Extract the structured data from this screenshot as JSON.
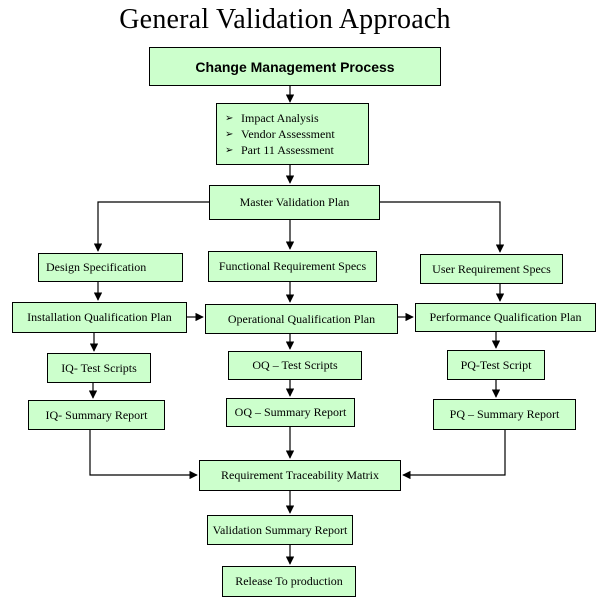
{
  "title": "General Validation Approach",
  "change_management": "Change Management Process",
  "assessments": {
    "bullet": "➢",
    "items": [
      "Impact Analysis",
      "Vendor Assessment",
      "Part 11 Assessment"
    ]
  },
  "master_plan": "Master Validation Plan",
  "specs": {
    "design": "Design Specification",
    "functional": "Functional Requirement Specs",
    "user": "User Requirement Specs"
  },
  "plans": {
    "installation": "Installation Qualification Plan",
    "operational": "Operational Qualification Plan",
    "performance": "Performance Qualification Plan"
  },
  "scripts": {
    "iq": "IQ- Test Scripts",
    "oq": "OQ – Test Scripts",
    "pq": "PQ-Test Script"
  },
  "reports": {
    "iq": "IQ- Summary Report",
    "oq": "OQ – Summary Report",
    "pq": "PQ – Summary Report"
  },
  "traceability": "Requirement Traceability Matrix",
  "validation_summary": "Validation Summary Report",
  "release": "Release To production",
  "colors": {
    "box_fill": "#ccffcc",
    "border": "#000000"
  }
}
